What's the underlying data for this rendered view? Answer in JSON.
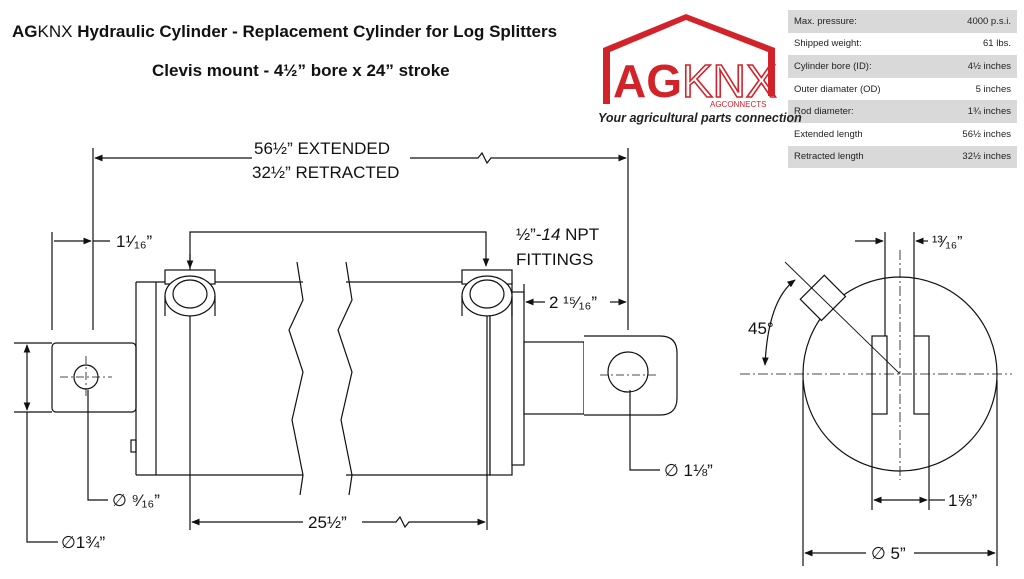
{
  "title": {
    "brand_bold": "AG",
    "brand_thin": "KNX",
    "main": "Hydraulic Cylinder - Replacement Cylinder for Log Splitters",
    "subtitle": "Clevis mount - 4½” bore x 24” stroke"
  },
  "logo": {
    "letters_ag": "AG",
    "letters_knx": "KNX",
    "small": "AGCONNECTS",
    "tagline": "Your agricultural parts connection",
    "color": "#d2232a"
  },
  "specs": [
    {
      "label": "Max. pressure:",
      "value": "4000 p.s.i."
    },
    {
      "label": "Shipped weight:",
      "value": "61 lbs."
    },
    {
      "label": "Cylinder bore (ID):",
      "value": "4½ inches"
    },
    {
      "label": "Outer diamater (OD)",
      "value": "5 inches"
    },
    {
      "label": "Rod diameter:",
      "value": "1¾ inches"
    },
    {
      "label": "Extended length",
      "value": "56½ inches"
    },
    {
      "label": "Retracted length",
      "value": "32½ inches"
    }
  ],
  "dims": {
    "extended": "56½” EXTENDED",
    "retracted": "32½” RETRACTED",
    "pin_offset": "1¹⁄₁₆”",
    "npt_a": "½”-",
    "npt_b": "14",
    "npt_c": " NPT",
    "fittings": "FITTINGS",
    "rod_offset": "2 ¹⁵⁄₁₆”",
    "pin_hole_small": "∅ ⁹⁄₁₆”",
    "barrel_span": "25½”",
    "base_dia": "∅1¾”",
    "rod_pin": "∅ 1⅛”",
    "angle": "45°",
    "slot_width": "¹³⁄₁₆”",
    "slot_span": "1⅝”",
    "outer_dia": "∅ 5”"
  }
}
